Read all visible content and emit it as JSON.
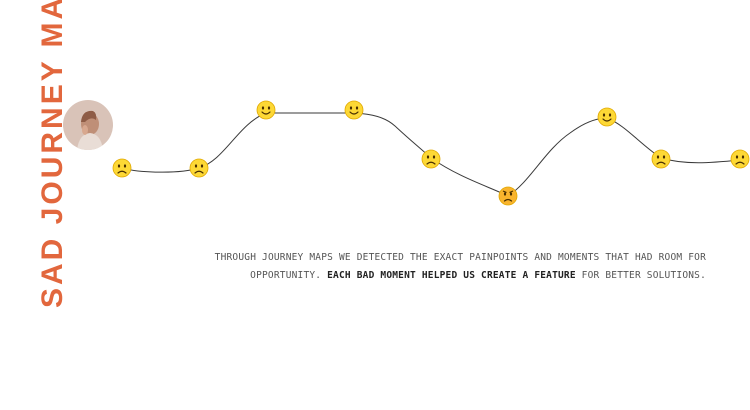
{
  "title": "SAD JOURNEY MAP",
  "colors": {
    "accent": "#e2673d",
    "emoji": "#fdd835",
    "emoji_angry": "#f9b42d",
    "line": "#3a3a3a"
  },
  "avatar": {
    "icon": "person-avatar-icon"
  },
  "journey_points": [
    {
      "mood": "sad"
    },
    {
      "mood": "sad"
    },
    {
      "mood": "happy"
    },
    {
      "mood": "happy"
    },
    {
      "mood": "sad"
    },
    {
      "mood": "angry"
    },
    {
      "mood": "happy"
    },
    {
      "mood": "sad"
    },
    {
      "mood": "sad"
    }
  ],
  "caption": {
    "part1": "THROUGH JOURNEY MAPS WE DETECTED THE EXACT PAINPOINTS AND MOMENTS THAT HAD ROOM FOR OPPORTUNITY. ",
    "highlight": "EACH BAD MOMENT HELPED US CREATE A FEATURE",
    "part2": " FOR BETTER SOLUTIONS."
  }
}
